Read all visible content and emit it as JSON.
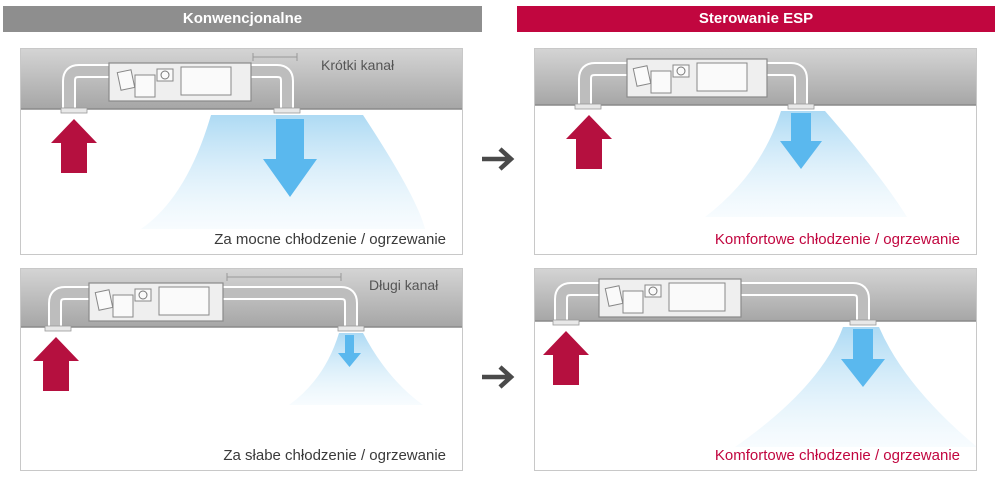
{
  "headers": {
    "conventional": "Konwencjonalne",
    "esp": "Sterowanie ESP"
  },
  "panels": {
    "top_left": {
      "duct_label": "Krótki kanał",
      "caption": "Za mocne chłodzenie / ogrzewanie"
    },
    "top_right": {
      "caption": "Komfortowe chłodzenie / ogrzewanie"
    },
    "bottom_left": {
      "duct_label": "Długi kanał",
      "caption": "Za słabe chłodzenie / ogrzewanie"
    },
    "bottom_right": {
      "caption": "Komfortowe chłodzenie / ogrzewanie"
    }
  },
  "colors": {
    "conventional_header": "#8e8e8e",
    "esp_header": "#c1063f",
    "intake_arrow": "#b5103f",
    "outflow_arrow": "#5ab8ee",
    "airflow_glow": "#bfe3f7"
  },
  "icons": {
    "transition": "right-arrow-icon",
    "intake": "up-arrow-icon",
    "outflow": "down-arrow-icon"
  }
}
